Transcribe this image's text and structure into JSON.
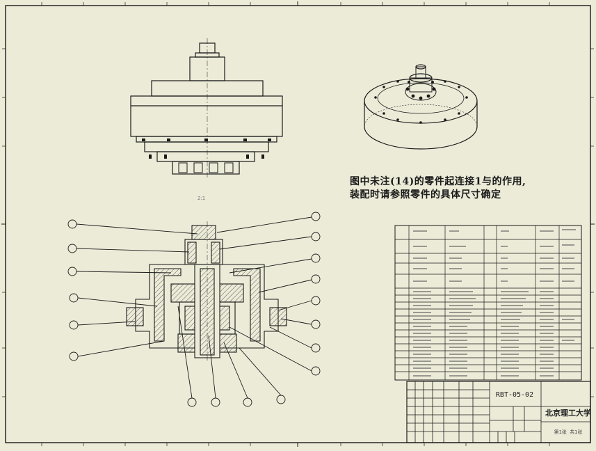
{
  "note": {
    "line1": "图中未注(14)的零件起连接1与的作用,",
    "line2": "装配时请参照零件的具体尺寸确定"
  },
  "title_block": {
    "drawing_number": "RBT-05-02",
    "organization": "北京理工大学",
    "sheet": "第1张 共1张"
  },
  "view_label": "2:1",
  "colors": {
    "paper": "#ecebd8",
    "line": "#1a1a1a"
  }
}
